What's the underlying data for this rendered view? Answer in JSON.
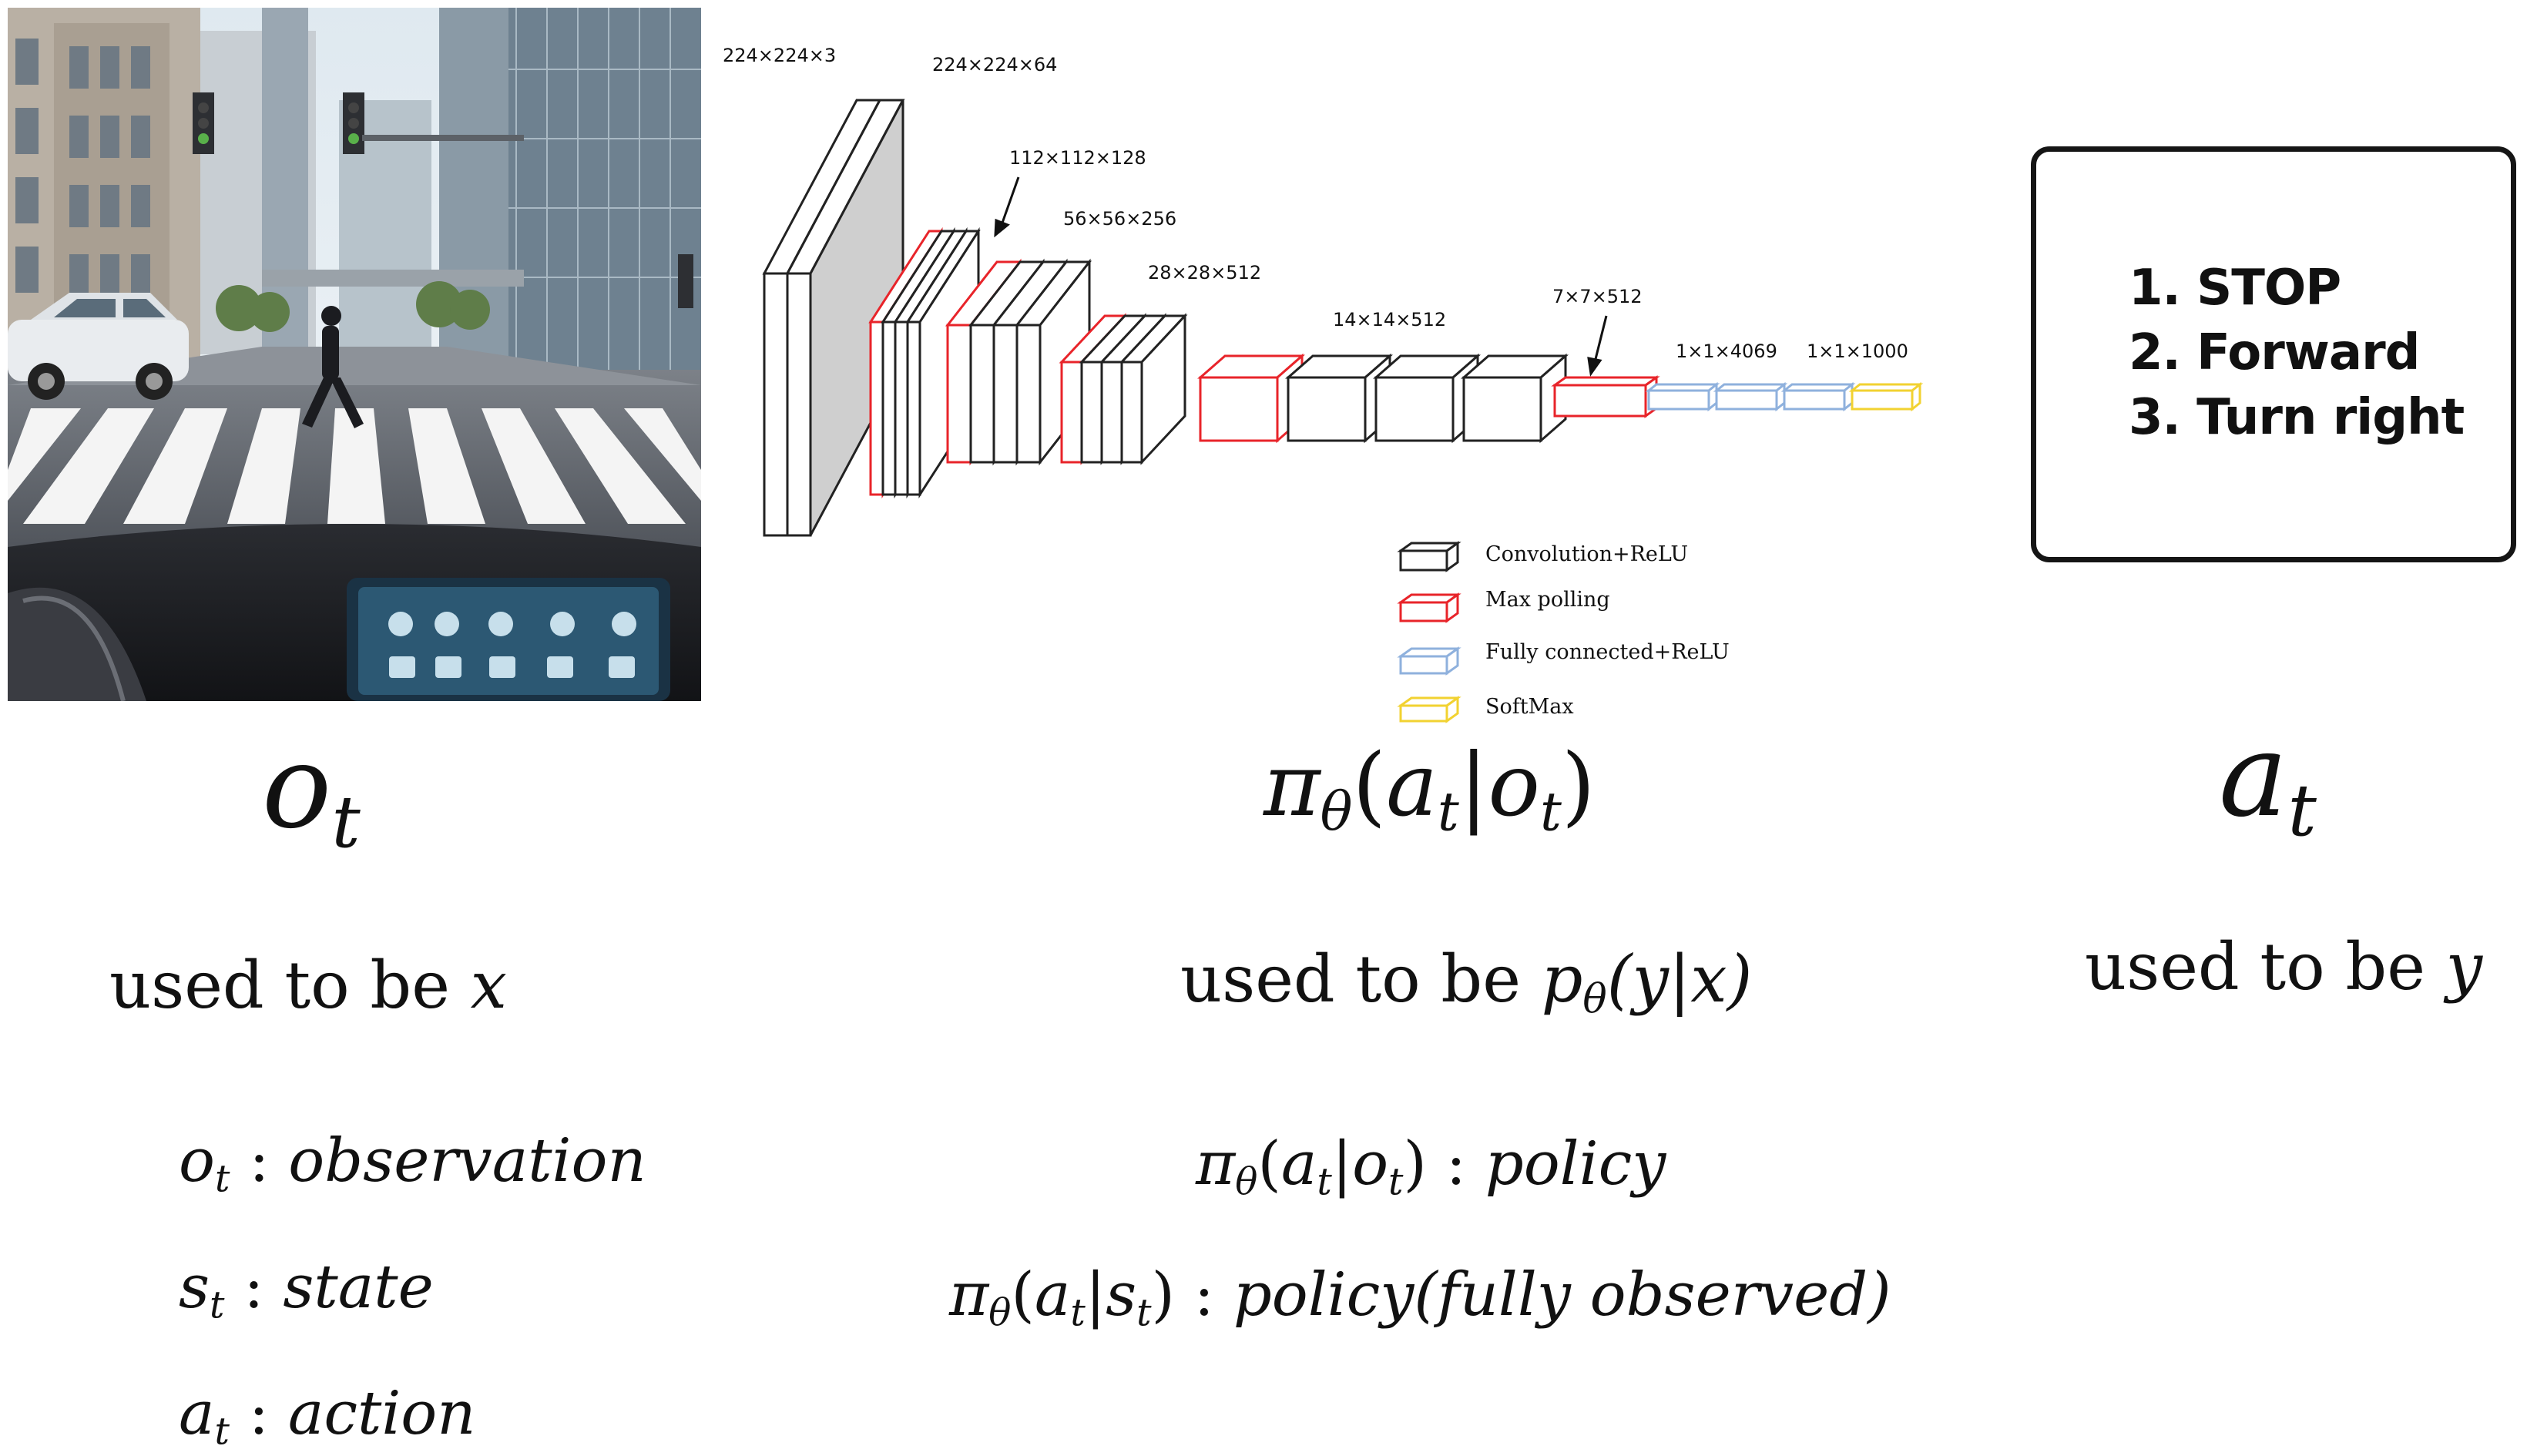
{
  "observation": {
    "symbol": "o",
    "subscript": "t",
    "caption_prefix": "used to be ",
    "caption_var": "x"
  },
  "policy": {
    "pi": "π",
    "theta": "θ",
    "open": "(",
    "a": "a",
    "t": "t",
    "bar": "|",
    "o": "o",
    "close": ")",
    "caption_prefix": "used to be ",
    "caption_p": "p",
    "caption_theta": "θ",
    "caption_args": "(y|x)"
  },
  "action": {
    "symbol": "a",
    "subscript": "t",
    "caption_prefix": "used to be ",
    "caption_var": "y",
    "items": [
      "1. STOP",
      "2. Forward",
      "3. Turn right"
    ]
  },
  "network": {
    "layer_labels": [
      "224×224×3",
      "224×224×64",
      "112×112×128",
      "56×56×256",
      "28×28×512",
      "14×14×512",
      "7×7×512",
      "1×1×4069",
      "1×1×1000"
    ],
    "legend": [
      {
        "label": "Convolution+ReLU",
        "color": "#222222"
      },
      {
        "label": "Max polling",
        "color": "#e8242a"
      },
      {
        "label": "Fully connected+ReLU",
        "color": "#8fb1dd"
      },
      {
        "label": "SoftMax",
        "color": "#f2d231"
      }
    ]
  },
  "definitions": {
    "left": [
      {
        "sym": "o",
        "sub": "t",
        "sep": " : ",
        "word": "observation"
      },
      {
        "sym": "s",
        "sub": "t",
        "sep": " : ",
        "word": "state"
      },
      {
        "sym": "a",
        "sub": "t",
        "sep": " : ",
        "word": "action"
      }
    ],
    "right": [
      {
        "pi": "π",
        "theta": "θ",
        "args_a": "a",
        "t1": "t",
        "bar": "|",
        "args_b": "o",
        "t2": "t",
        "sep": ") : ",
        "word": "policy"
      },
      {
        "pi": "π",
        "theta": "θ",
        "args_a": "a",
        "t1": "t",
        "bar": "|",
        "args_b": "s",
        "t2": "t",
        "sep": ") : ",
        "word": "policy(fully observed)"
      }
    ]
  }
}
